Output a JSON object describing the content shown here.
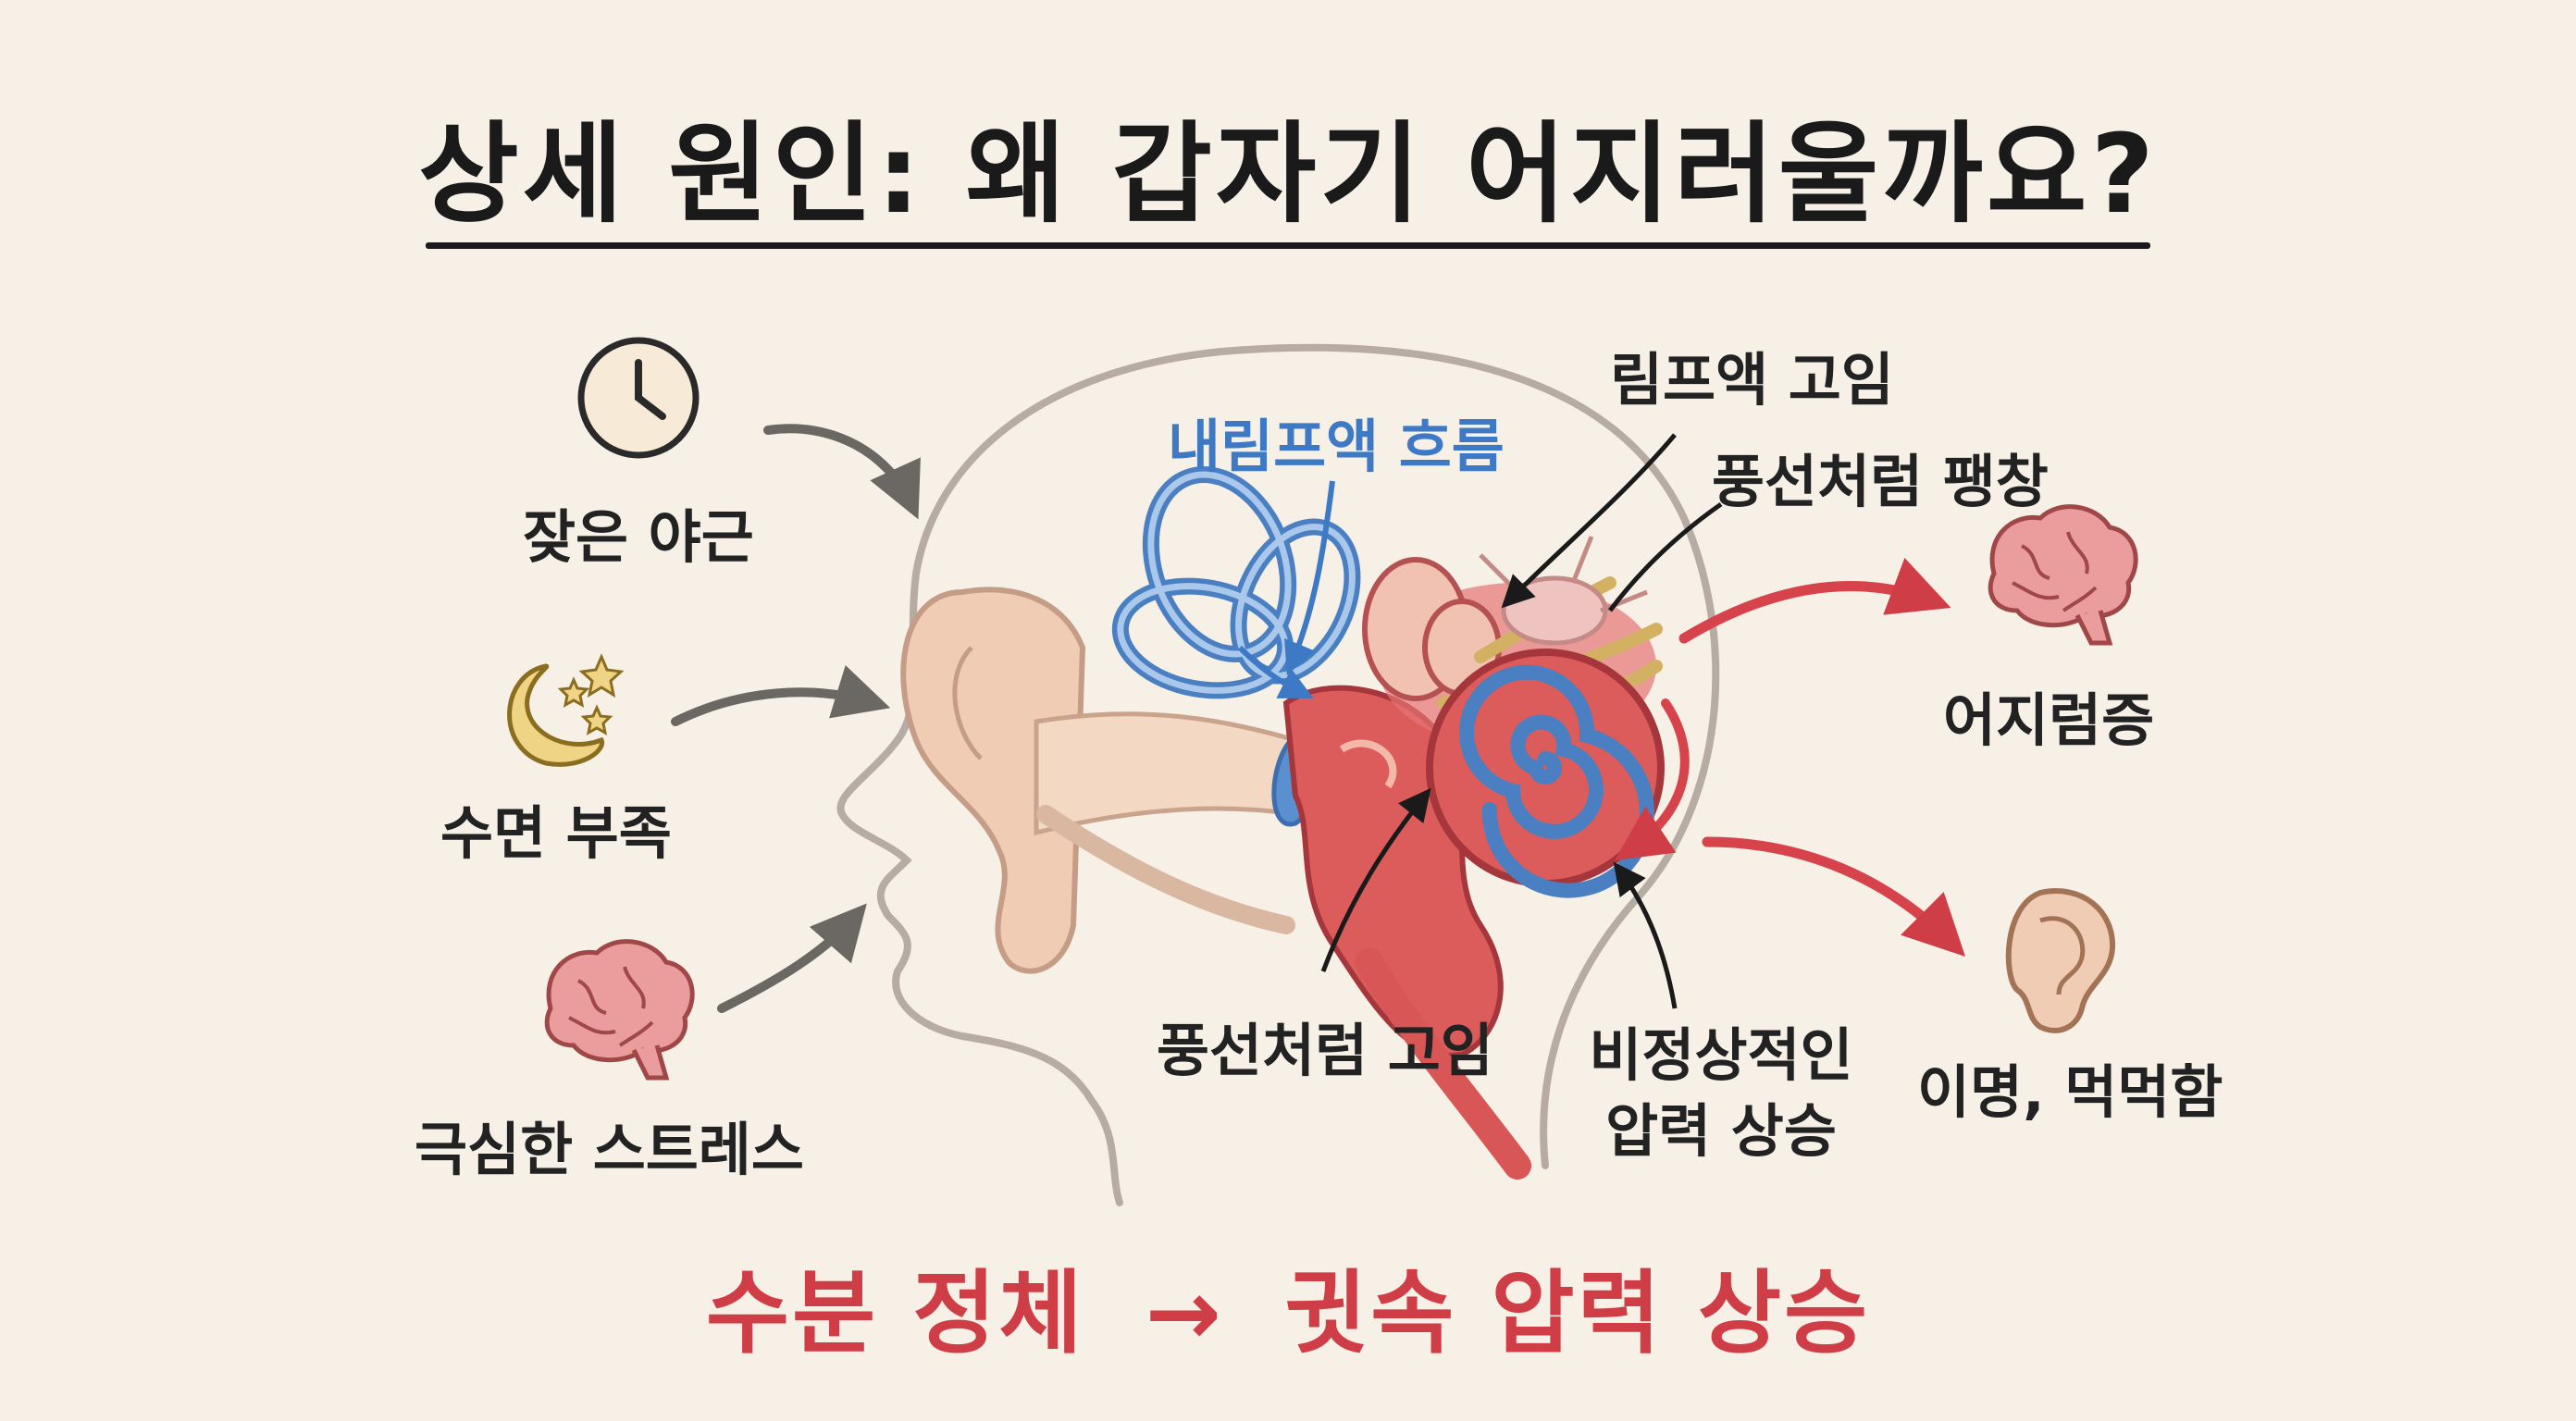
{
  "title": "상세 원인: 왜 갑자기 어지러울까요?",
  "causes": [
    {
      "label": "잦은 야근",
      "icon": "clock-icon"
    },
    {
      "label": "수면 부족",
      "icon": "moon-stars-icon"
    },
    {
      "label": "극심한 스트레스",
      "icon": "brain-icon"
    }
  ],
  "anatomy": {
    "endolymph_flow": "내림프액 흐름",
    "lymph_accumulation": "림프액 고임",
    "balloon_swelling": "풍선처럼 팽창",
    "balloon_pooling": "풍선처럼 고임",
    "pressure_line1": "비정상적인",
    "pressure_line2": "압력 상승"
  },
  "symptoms": [
    {
      "label": "어지럼증",
      "icon": "brain-icon"
    },
    {
      "label": "이명, 먹먹함",
      "icon": "ear-icon"
    }
  ],
  "bottom": {
    "part1": "수분 정체",
    "arrow": "→",
    "part2": "귓속 압력 상승"
  },
  "colors": {
    "background": "#f6f0e6",
    "accent_red": "#cf3e46",
    "flow_blue": "#3d79c4",
    "arrow_gray": "#6b6863",
    "skin": "#f0ccb4"
  }
}
